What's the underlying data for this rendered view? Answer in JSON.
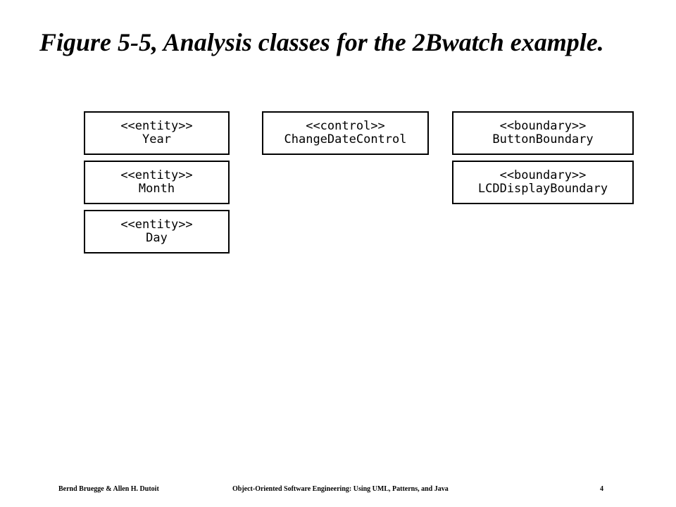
{
  "title": "Figure 5-5, Analysis classes for the 2Bwatch example.",
  "classes": [
    {
      "stereotype": "<<entity>>",
      "name": "Year"
    },
    {
      "stereotype": "<<entity>>",
      "name": "Month"
    },
    {
      "stereotype": "<<entity>>",
      "name": "Day"
    },
    {
      "stereotype": "<<control>>",
      "name": "ChangeDateControl"
    },
    {
      "stereotype": "<<boundary>>",
      "name": "ButtonBoundary"
    },
    {
      "stereotype": "<<boundary>>",
      "name": "LCDDisplayBoundary"
    }
  ],
  "footer": {
    "authors": "Bernd Bruegge & Allen H. Dutoit",
    "book": "Object-Oriented Software Engineering: Using UML, Patterns, and Java",
    "page": "4"
  }
}
